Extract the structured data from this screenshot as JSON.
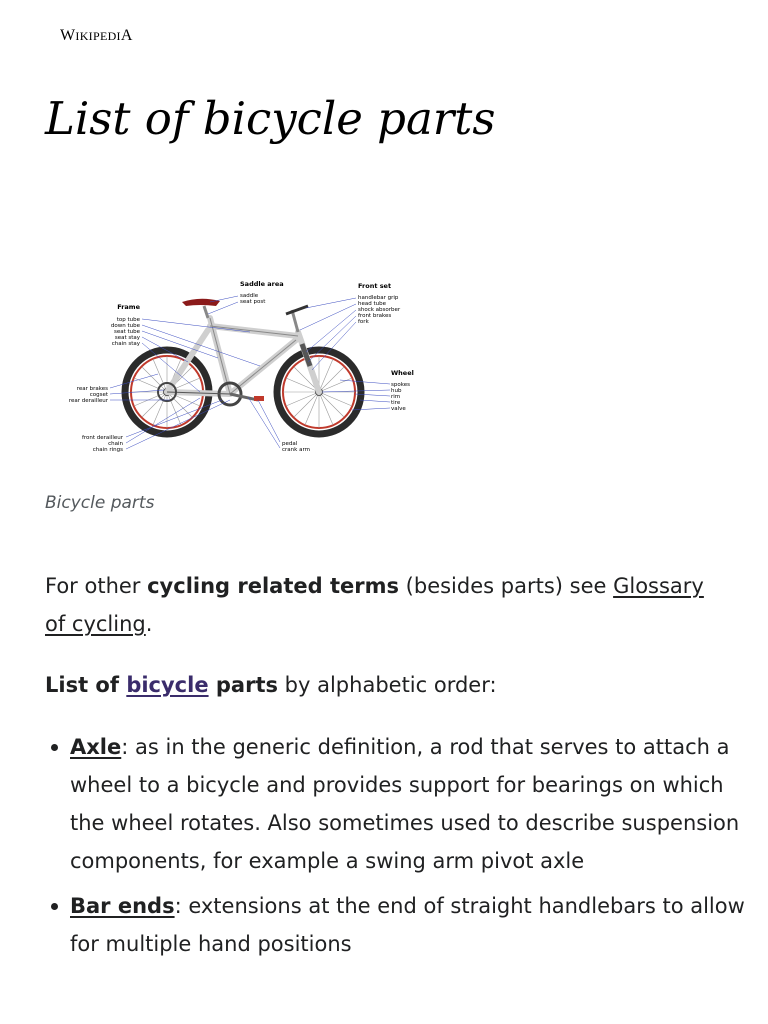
{
  "header": {
    "site_name_first": "W",
    "site_name_rest": "IKIPEDI",
    "site_name_last": "A"
  },
  "page": {
    "title": "List of bicycle parts"
  },
  "figure": {
    "caption": "Bicycle parts",
    "labels": {
      "saddle_area": "Saddle area",
      "saddle": "saddle",
      "seat_post": "seat post",
      "front_set": "Front set",
      "handlebar_grip": "handlebar grip",
      "head_tube": "head tube",
      "shock_absorber": "shock absorber",
      "front_brakes": "front brakes",
      "fork": "fork",
      "frame": "Frame",
      "top_tube": "top tube",
      "down_tube": "down tube",
      "seat_tube": "seat tube",
      "seat_stay": "seat stay",
      "chain_stay": "chain stay",
      "wheel": "Wheel",
      "spokes": "spokes",
      "hub": "hub",
      "rim": "rim",
      "tire": "tire",
      "valve": "valve",
      "rear_brakes": "rear brakes",
      "cogset": "cogset",
      "rear_derailleur": "rear derailleur",
      "front_derailleur": "front derailleur",
      "chain": "chain",
      "chain_rings": "chain rings",
      "pedal": "pedal",
      "crank_arm": "crank arm"
    },
    "colors": {
      "frame": "#d9d9d9",
      "tire": "#2b2b2b",
      "rim": "#c0392b",
      "leader": "#3b4cc0"
    }
  },
  "intro": {
    "text1": "For other ",
    "bold1": "cycling related terms",
    "text2": " (besides parts) see ",
    "link_glossary": "Glossary of cycling",
    "text3": "."
  },
  "list_intro": {
    "bold_a": "List of ",
    "link_bicycle": "bicycle",
    "bold_b": " parts",
    "text": " by alphabetic order:"
  },
  "items": [
    {
      "term": "Axle",
      "desc": ": as in the generic definition, a rod that serves to attach a wheel to a bicycle and provides support for bearings on which the wheel rotates. Also sometimes used to describe suspension components, for example a swing arm pivot axle"
    },
    {
      "term": "Bar ends",
      "desc": ": extensions at the end of straight handlebars to allow for multiple hand positions"
    }
  ]
}
